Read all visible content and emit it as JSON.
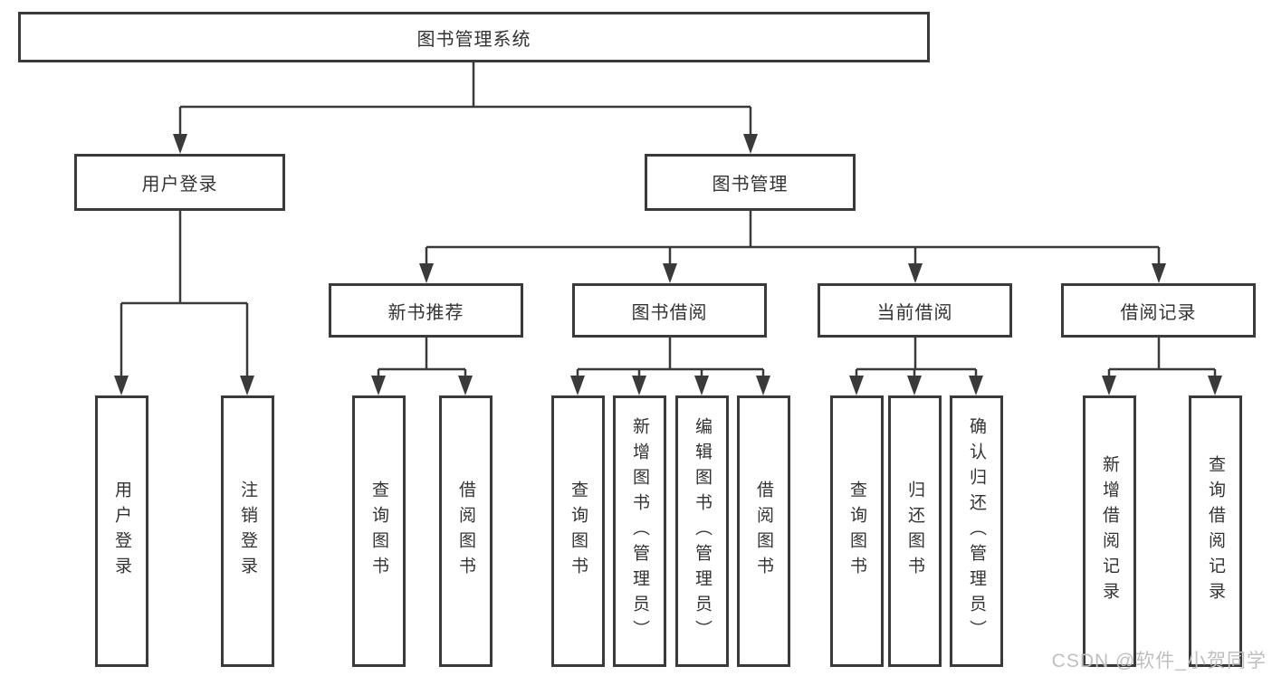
{
  "diagram": {
    "root": {
      "label": "图书管理系统"
    },
    "branches": [
      {
        "label": "用户登录",
        "children": [
          {
            "label": "用户登录"
          },
          {
            "label": "注销登录"
          }
        ]
      },
      {
        "label": "图书管理",
        "children": [
          {
            "label": "新书推荐",
            "children": [
              {
                "label": "查询图书"
              },
              {
                "label": "借阅图书"
              }
            ]
          },
          {
            "label": "图书借阅",
            "children": [
              {
                "label": "查询图书"
              },
              {
                "label": "新增图书（管理员）"
              },
              {
                "label": "编辑图书（管理员）"
              },
              {
                "label": "借阅图书"
              }
            ]
          },
          {
            "label": "当前借阅",
            "children": [
              {
                "label": "查询图书"
              },
              {
                "label": "归还图书"
              },
              {
                "label": "确认归还（管理员）"
              }
            ]
          },
          {
            "label": "借阅记录",
            "children": [
              {
                "label": "新增借阅记录"
              },
              {
                "label": "查询借阅记录"
              }
            ]
          }
        ]
      }
    ]
  },
  "watermark": {
    "text": "CSDN @软件_小贺同学"
  },
  "colors": {
    "line": "#3a3a3a",
    "node_border": "#3a3a3a",
    "text": "#333333",
    "background": "#ffffff",
    "watermark": "#bfbfbf"
  }
}
